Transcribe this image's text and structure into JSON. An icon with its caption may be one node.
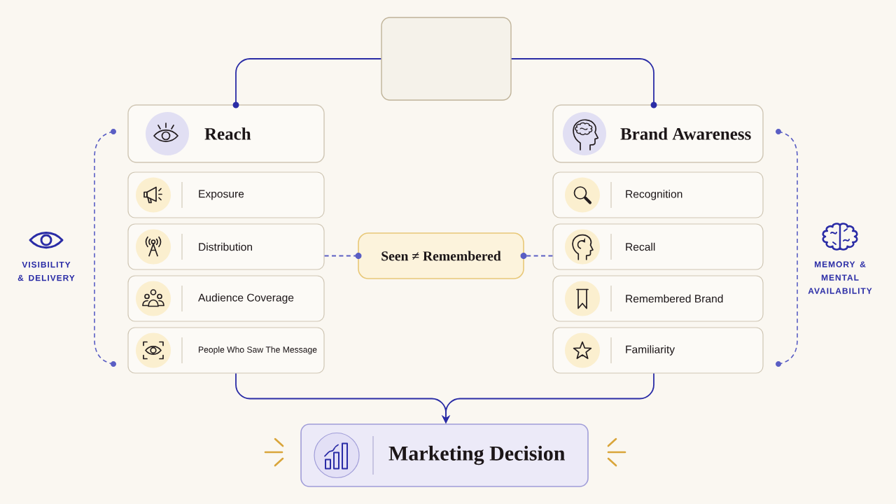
{
  "diagram": {
    "nodes": [
      {
        "text": [],
        "shape": "box"
      },
      {
        "text": [
          "Reach"
        ]
      },
      {
        "text": [
          "Exposure"
        ]
      },
      {
        "text": [
          "Distribution"
        ]
      },
      {
        "text": [
          "Audience Coverage"
        ]
      },
      {
        "text": [
          "People Who Saw The Message"
        ]
      },
      {
        "text": [
          "Brand Awareness"
        ]
      },
      {
        "text": [
          "Recognition"
        ]
      },
      {
        "text": [
          "Recall"
        ]
      },
      {
        "text": [
          "Remembered Brand"
        ]
      },
      {
        "text": [
          "Familiarity"
        ]
      },
      {
        "text": [
          "Seen ≠ Remembered"
        ]
      },
      {
        "text": [
          "Marketing Decision"
        ]
      }
    ],
    "edges": [
      {
        "from": 0,
        "to": 1,
        "arrow": "other"
      },
      {
        "from": 0,
        "to": 6,
        "arrow": "other"
      },
      {
        "from": 3,
        "to": 11,
        "arrow": "other",
        "style": "dashed",
        "color": "#5a5ec4"
      },
      {
        "from": 8,
        "to": 11,
        "arrow": "other",
        "style": "dashed",
        "color": "#5a5ec4"
      },
      {
        "from": 5,
        "to": 12,
        "arrow": "to"
      },
      {
        "from": 10,
        "to": 12,
        "arrow": "to"
      }
    ],
    "labels": [
      "VISIBILITY & DELIVERY",
      "MEMORY & MENTAL AVAILABILITY"
    ]
  }
}
